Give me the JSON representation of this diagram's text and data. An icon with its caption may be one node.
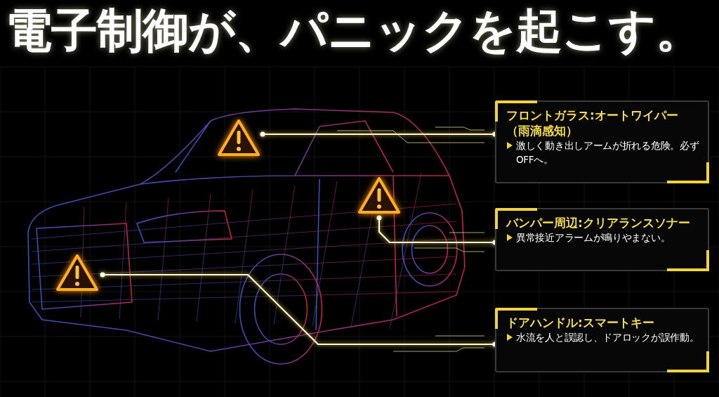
{
  "diagram": {
    "title": "電子制御が、パニックを起こす。",
    "nodes": [
      {
        "text": [],
        "shape": "triangle"
      },
      {
        "text": [],
        "shape": "triangle"
      },
      {
        "text": [],
        "shape": "triangle"
      },
      {
        "text": [
          "フロントガラス:オートワイパー（雨滴感知）",
          "激しく動き出しアームが折れる危険。必ずOFFへ。"
        ]
      },
      {
        "text": [
          "バンパー周辺:クリアランスソナー",
          "異常接近アラームが鳴りやまない。"
        ]
      },
      {
        "text": [
          "ドアハンドル:スマートキー",
          "水流を人と誤認し、ドアロックが誤作動。"
        ]
      }
    ],
    "edges": [
      {
        "from": 0,
        "to": 3,
        "arrow": "other"
      },
      {
        "from": 1,
        "to": 4,
        "arrow": "other"
      },
      {
        "from": 2,
        "to": 5,
        "arrow": "other"
      }
    ]
  }
}
